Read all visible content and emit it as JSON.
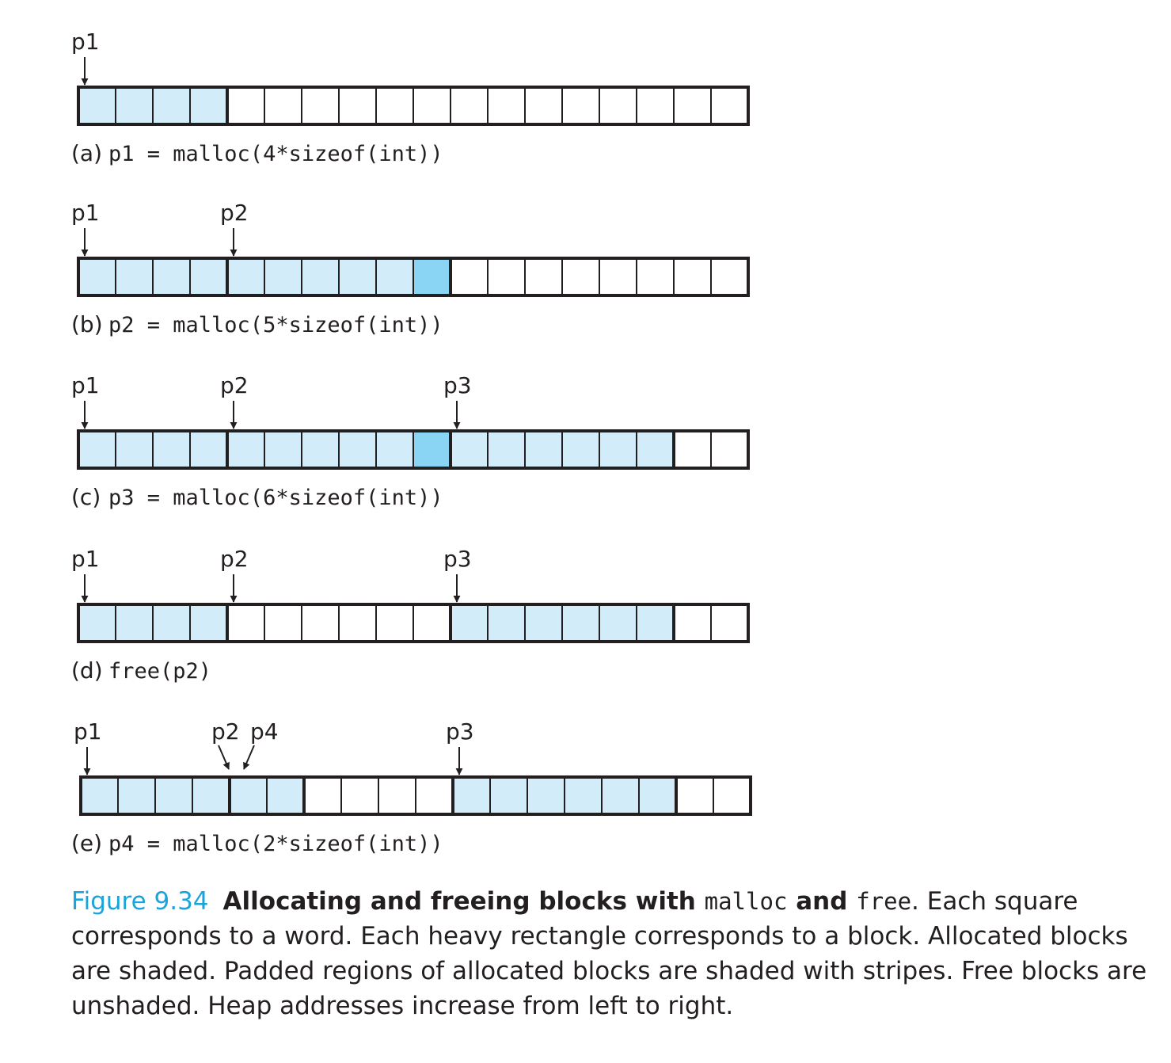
{
  "colors": {
    "allocated": "#d3ecfa",
    "padding": "#8ad4f4",
    "free": "#ffffff",
    "stroke": "#231f20",
    "figure_label": "#1aa4dc"
  },
  "total_words": 18,
  "panels": [
    {
      "id": "a",
      "tag": "(a)",
      "code": "p1 = malloc(4*sizeof(int))",
      "blocks": [
        {
          "start": 0,
          "size": 4,
          "state": "allocated",
          "padding": 0
        },
        {
          "start": 4,
          "size": 14,
          "state": "free",
          "padding": 0
        }
      ],
      "pointers": [
        {
          "label": "p1",
          "word": 0,
          "direction": "down"
        }
      ]
    },
    {
      "id": "b",
      "tag": "(b)",
      "code": "p2 = malloc(5*sizeof(int))",
      "blocks": [
        {
          "start": 0,
          "size": 4,
          "state": "allocated",
          "padding": 0
        },
        {
          "start": 4,
          "size": 6,
          "state": "allocated",
          "padding": 1
        },
        {
          "start": 10,
          "size": 8,
          "state": "free",
          "padding": 0
        }
      ],
      "pointers": [
        {
          "label": "p1",
          "word": 0,
          "direction": "down"
        },
        {
          "label": "p2",
          "word": 4,
          "direction": "down"
        }
      ]
    },
    {
      "id": "c",
      "tag": "(c)",
      "code": "p3 = malloc(6*sizeof(int))",
      "blocks": [
        {
          "start": 0,
          "size": 4,
          "state": "allocated",
          "padding": 0
        },
        {
          "start": 4,
          "size": 6,
          "state": "allocated",
          "padding": 1
        },
        {
          "start": 10,
          "size": 6,
          "state": "allocated",
          "padding": 0
        },
        {
          "start": 16,
          "size": 2,
          "state": "free",
          "padding": 0
        }
      ],
      "pointers": [
        {
          "label": "p1",
          "word": 0,
          "direction": "down"
        },
        {
          "label": "p2",
          "word": 4,
          "direction": "down"
        },
        {
          "label": "p3",
          "word": 10,
          "direction": "down"
        }
      ]
    },
    {
      "id": "d",
      "tag": "(d)",
      "code": "free(p2)",
      "blocks": [
        {
          "start": 0,
          "size": 4,
          "state": "allocated",
          "padding": 0
        },
        {
          "start": 4,
          "size": 6,
          "state": "free",
          "padding": 0
        },
        {
          "start": 10,
          "size": 6,
          "state": "allocated",
          "padding": 0
        },
        {
          "start": 16,
          "size": 2,
          "state": "free",
          "padding": 0
        }
      ],
      "pointers": [
        {
          "label": "p1",
          "word": 0,
          "direction": "down"
        },
        {
          "label": "p2",
          "word": 4,
          "direction": "down"
        },
        {
          "label": "p3",
          "word": 10,
          "direction": "down"
        }
      ]
    },
    {
      "id": "e",
      "tag": "(e)",
      "code": "p4 = malloc(2*sizeof(int))",
      "blocks": [
        {
          "start": 0,
          "size": 4,
          "state": "allocated",
          "padding": 0
        },
        {
          "start": 4,
          "size": 2,
          "state": "allocated",
          "padding": 0
        },
        {
          "start": 6,
          "size": 4,
          "state": "free",
          "padding": 0
        },
        {
          "start": 10,
          "size": 6,
          "state": "allocated",
          "padding": 0
        },
        {
          "start": 16,
          "size": 2,
          "state": "free",
          "padding": 0
        }
      ],
      "pointers": [
        {
          "label": "p1",
          "word": 0,
          "direction": "down"
        },
        {
          "label": "p2",
          "word": 4,
          "direction": "down-right"
        },
        {
          "label": "p4",
          "word": 4,
          "direction": "down-left"
        },
        {
          "label": "p3",
          "word": 10,
          "direction": "down"
        }
      ]
    }
  ],
  "caption": {
    "figure_label": "Figure 9.34",
    "title_part1": "Allocating and freeing blocks with",
    "title_code1": "malloc",
    "title_and": "and",
    "title_code2": "free",
    "body": ". Each square corresponds to a word. Each heavy rectangle corresponds to a block. Allocated blocks are shaded. Padded regions of allocated blocks are shaded with stripes. Free blocks are unshaded. Heap addresses increase from left to right."
  }
}
